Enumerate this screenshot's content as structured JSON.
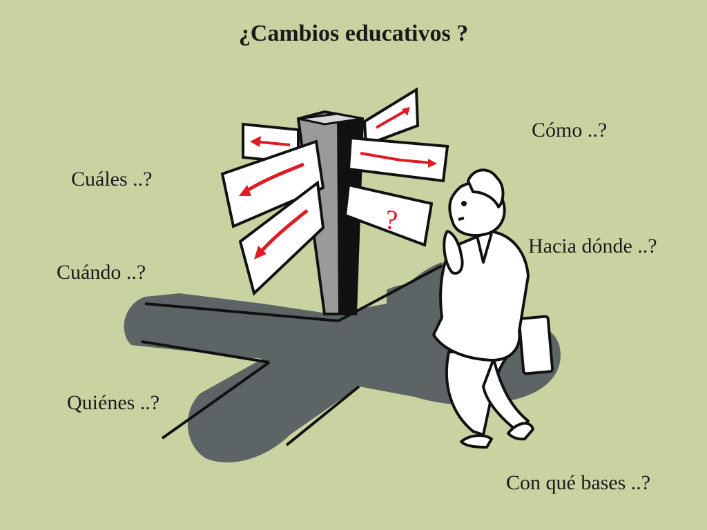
{
  "title": "¿Cambios educativos ?",
  "questions": {
    "como": "Cómo ..?",
    "cuales": "Cuáles ..?",
    "hacia_donde": "Hacia dónde ..?",
    "cuando": "Cuándo ..?",
    "quienes": "Quiénes ..?",
    "con_que_bases": "Con qué bases ..?"
  },
  "signpost": {
    "question_mark": "?"
  },
  "colors": {
    "background": "#c9d3a1",
    "shadow": "#5c6466",
    "arrow_red": "#e01b24",
    "ink": "#111111"
  }
}
